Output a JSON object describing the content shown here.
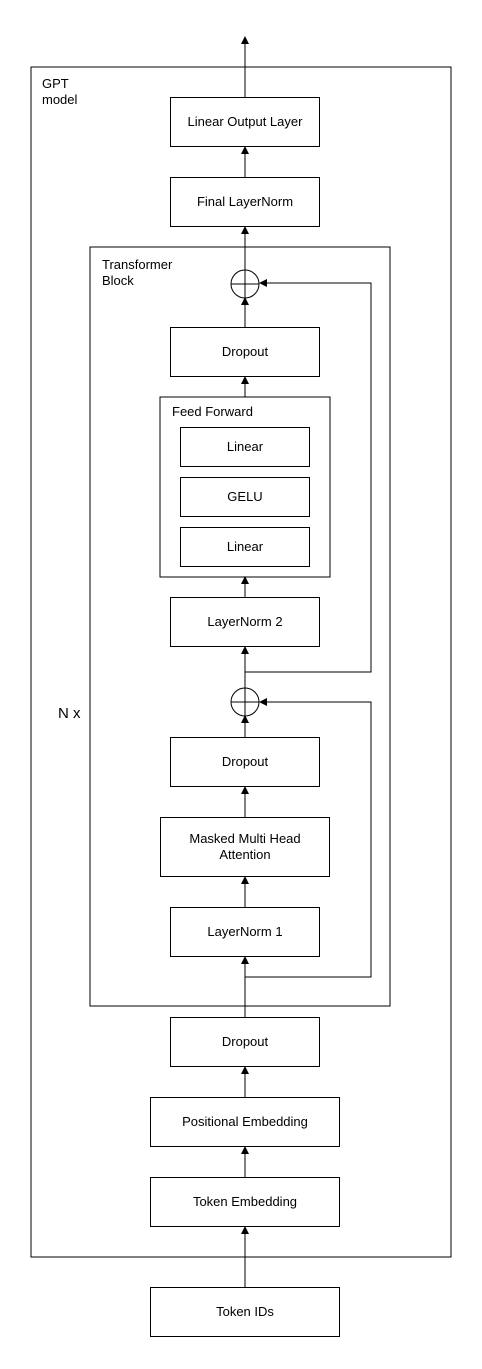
{
  "gpt_model_label_line1": "GPT",
  "gpt_model_label_line2": "model",
  "repeat_label": "N x",
  "transformer_block_label_line1": "Transformer",
  "transformer_block_label_line2": "Block",
  "feed_forward_label": "Feed Forward",
  "boxes": {
    "linear_output_layer": "Linear Output Layer",
    "final_layernorm": "Final LayerNorm",
    "dropout_top": "Dropout",
    "ff_linear_1": "Linear",
    "ff_gelu": "GELU",
    "ff_linear_2": "Linear",
    "layernorm_2": "LayerNorm 2",
    "dropout_mid": "Dropout",
    "masked_mha_line1": "Masked Multi Head",
    "masked_mha_line2": "Attention",
    "layernorm_1": "LayerNorm 1",
    "dropout_bottom": "Dropout",
    "positional_embedding": "Positional Embedding",
    "token_embedding": "Token Embedding",
    "token_ids": "Token IDs"
  },
  "colors": {
    "stroke": "#000000",
    "background": "#ffffff"
  }
}
